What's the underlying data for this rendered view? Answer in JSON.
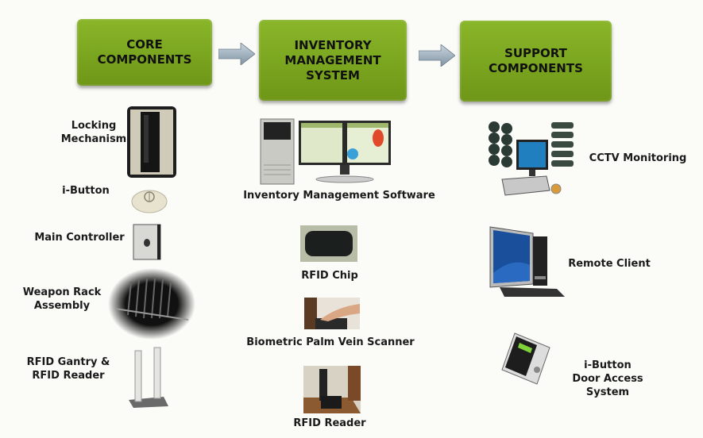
{
  "stages": [
    {
      "title_lines": [
        "CORE",
        "COMPONENTS"
      ]
    },
    {
      "title_lines": [
        "INVENTORY",
        "MANAGEMENT",
        "SYSTEM"
      ]
    },
    {
      "title_lines": [
        "SUPPORT",
        "COMPONENTS"
      ]
    }
  ],
  "colors": {
    "stage_green": "#7aa51f",
    "arrow_gray": "#8fa3b3"
  },
  "core": [
    {
      "label_lines": [
        "Locking",
        "Mechanism"
      ],
      "icon": "locking-mechanism-icon"
    },
    {
      "label_lines": [
        "i-Button"
      ],
      "icon": "ibutton-icon"
    },
    {
      "label_lines": [
        "Main Controller"
      ],
      "icon": "main-controller-icon"
    },
    {
      "label_lines": [
        "Weapon Rack",
        "Assembly"
      ],
      "icon": "weapon-rack-icon"
    },
    {
      "label_lines": [
        "RFID Gantry &",
        "RFID Reader"
      ],
      "icon": "rfid-gantry-icon"
    }
  ],
  "inventory": [
    {
      "label": "Inventory Management Software",
      "icon": "workstation-icon"
    },
    {
      "label": "RFID Chip",
      "icon": "rfid-chip-icon"
    },
    {
      "label": "Biometric Palm Vein Scanner",
      "icon": "palm-scanner-icon"
    },
    {
      "label": "RFID  Reader",
      "icon": "rfid-reader-icon"
    }
  ],
  "support": [
    {
      "label_lines": [
        "CCTV Monitoring"
      ],
      "icon": "cctv-icon"
    },
    {
      "label_lines": [
        "Remote Client"
      ],
      "icon": "remote-client-icon"
    },
    {
      "label_lines": [
        "i-Button",
        "Door Access",
        "System"
      ],
      "icon": "door-access-icon"
    }
  ]
}
